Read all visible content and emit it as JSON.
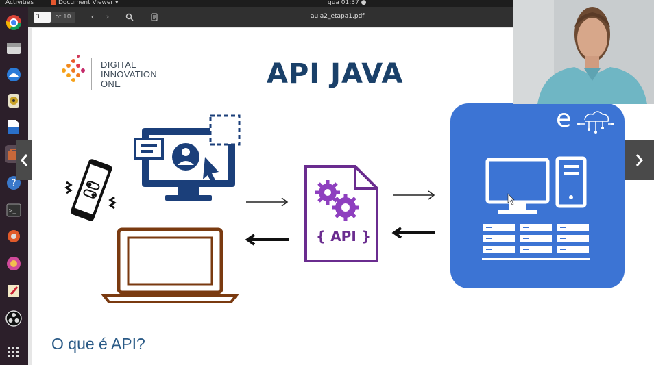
{
  "topbar": {
    "activities": "Activities",
    "app_name": "Document Viewer ▾",
    "clock": "qua 01:37 ●"
  },
  "toolbar": {
    "page_number": "3",
    "page_total": "of 10",
    "filename": "aula2_etapa1.pdf",
    "prev_icon": "chevron-left-icon",
    "next_icon": "chevron-right-icon",
    "search_icon": "search-icon",
    "annotate_icon": "clipboard-icon"
  },
  "slide": {
    "logo": {
      "line1": "DIGITAL",
      "line2": "INNOVATION",
      "line3": "ONE"
    },
    "title": "API JAVA",
    "api_label": "{ API }",
    "server_badge": "e",
    "question": "O que é API?"
  },
  "dock": [
    "chrome-icon",
    "files-icon",
    "thunderbird-icon",
    "rhythmbox-icon",
    "libreoffice-writer-icon",
    "software-center-icon",
    "help-icon",
    "terminal-icon",
    "settings-icon",
    "screenshot-icon",
    "text-editor-icon",
    "obs-icon",
    "show-apps-icon"
  ],
  "colors": {
    "title": "#1a4069",
    "server_bg": "#3c74d4",
    "api_purple": "#6a2c8f",
    "laptop_brown": "#7a3a10",
    "monitor_navy": "#1b3f7a"
  }
}
